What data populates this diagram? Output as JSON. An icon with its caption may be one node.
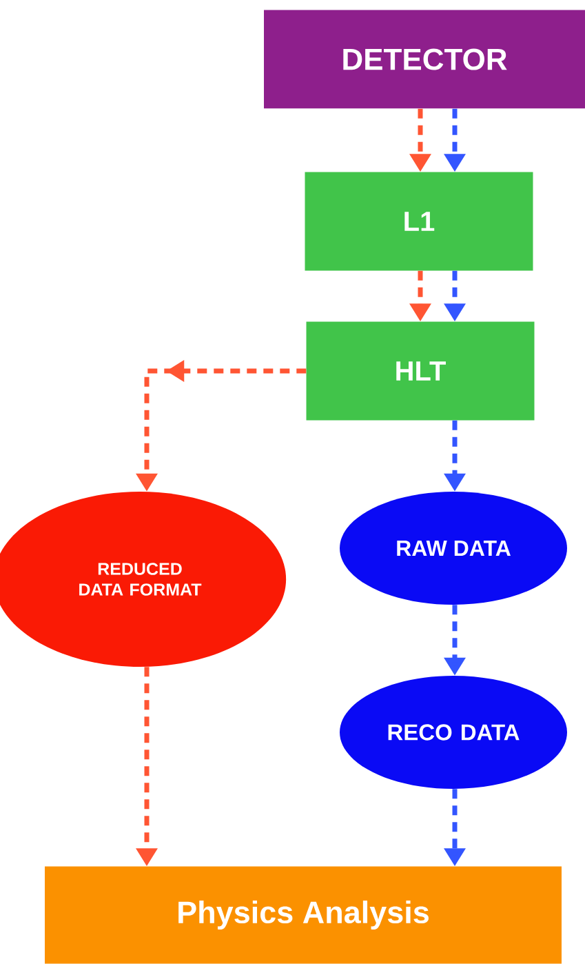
{
  "diagram": {
    "nodes": [
      {
        "text": [
          "DETECTOR"
        ]
      },
      {
        "text": [
          "L1"
        ]
      },
      {
        "text": [
          "HLT"
        ]
      },
      {
        "text": [
          "REDUCED DATA FORMAT"
        ]
      },
      {
        "text": [
          "RAW DATA"
        ]
      },
      {
        "text": [
          "RECO DATA"
        ]
      },
      {
        "text": [
          "Physics Analysis"
        ]
      }
    ],
    "edges": [
      {
        "from": 0,
        "to": 1,
        "arrow": "to",
        "style": "dashed",
        "color": "#ff5533"
      },
      {
        "from": 0,
        "to": 1,
        "arrow": "to",
        "style": "dashed",
        "color": "#3355ff"
      },
      {
        "from": 1,
        "to": 2,
        "arrow": "to",
        "style": "dashed",
        "color": "#ff5533"
      },
      {
        "from": 1,
        "to": 2,
        "arrow": "to",
        "style": "dashed",
        "color": "#3355ff"
      },
      {
        "from": 2,
        "to": 3,
        "arrow": "to",
        "style": "dashed",
        "color": "#ff5533"
      },
      {
        "from": 2,
        "to": 4,
        "arrow": "to",
        "style": "dashed",
        "color": "#3355ff"
      },
      {
        "from": 4,
        "to": 5,
        "arrow": "to",
        "style": "dashed",
        "color": "#3355ff"
      },
      {
        "from": 3,
        "to": 6,
        "arrow": "to",
        "style": "dashed",
        "color": "#ff5533"
      },
      {
        "from": 5,
        "to": 6,
        "arrow": "to",
        "style": "dashed",
        "color": "#3355ff"
      }
    ]
  }
}
